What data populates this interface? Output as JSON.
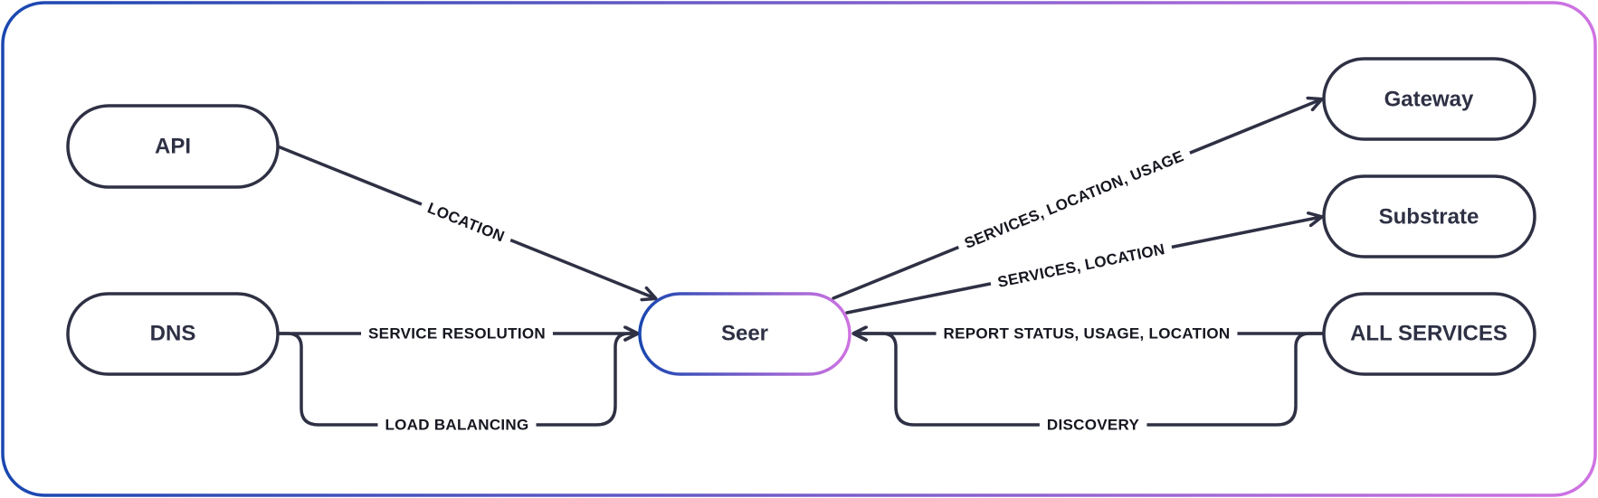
{
  "nodes": {
    "api": "API",
    "dns": "DNS",
    "seer": "Seer",
    "gateway": "Gateway",
    "substrate": "Substrate",
    "all_services": "ALL SERVICES"
  },
  "edges": {
    "api_to_seer": "LOCATION",
    "dns_service_resolution": "SERVICE RESOLUTION",
    "dns_load_balancing": "LOAD BALANCING",
    "seer_to_gateway": "SERVICES, LOCATION, USAGE",
    "seer_to_substrate": "SERVICES, LOCATION",
    "all_services_report": "REPORT STATUS, USAGE, LOCATION",
    "all_services_discovery": "DISCOVERY"
  },
  "colors": {
    "border_gradient_start": "#1a47b0",
    "border_gradient_end": "#cf73e2",
    "stroke": "#2e3044",
    "text": "#2e3044"
  }
}
